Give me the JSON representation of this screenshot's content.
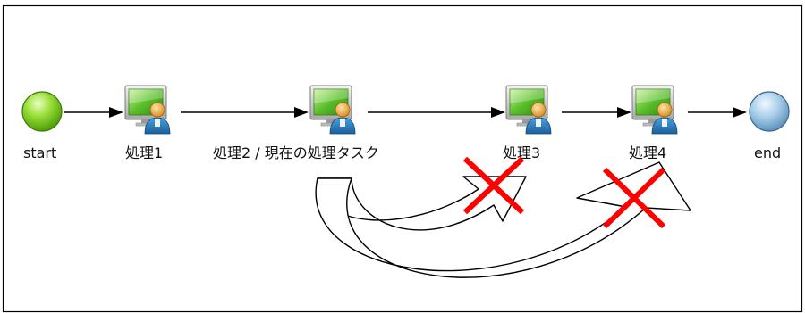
{
  "nodes": {
    "start": {
      "label": "start"
    },
    "task1": {
      "label": "処理1"
    },
    "task2": {
      "label": "処理2 / 現在の処理タスク"
    },
    "task3": {
      "label": "処理3"
    },
    "task4": {
      "label": "処理4"
    },
    "end": {
      "label": "end"
    }
  },
  "colors": {
    "start_node": "#7ccf1e",
    "end_node": "#6ea8cc",
    "flow_line": "#000000",
    "invalid_mark": "#ff0000",
    "monitor_screen": "#5bbf2a",
    "person_body": "#1d73b5",
    "person_head": "#f2b445"
  },
  "icons": {
    "task": "user-task-icon",
    "invalid": "red-cross-icon"
  }
}
